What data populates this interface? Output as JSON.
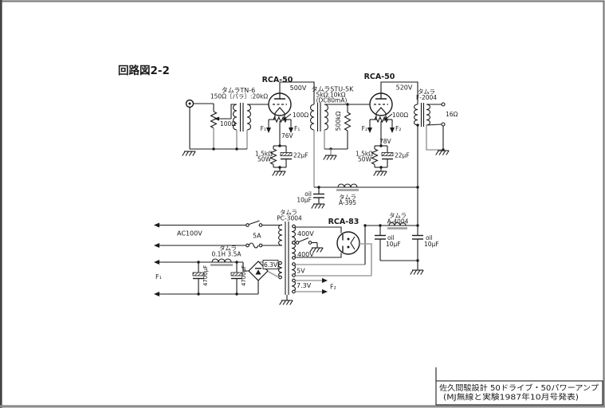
{
  "colors": {
    "line": "#1a1a1a",
    "gray_wire": "#a0a0a0",
    "background": "#ffffff",
    "frame": "#7a7a7a"
  },
  "labels": {
    "title": "回路図2-2",
    "tube1": "RCA-50",
    "tube2": "RCA-50",
    "rectifier": "RCA-83",
    "b1": "500V",
    "b2": "520V",
    "tn6_name": "タムラTN-6",
    "tn6_spec": "150Ω〔パラ〕:20kΩ",
    "input_pot": "100Ω",
    "stu_name": "タムラSTU-5K",
    "stu_spec": "5kΩ:10kΩ",
    "stu_dc": "(DC80mA)",
    "grid_res": "500kΩ",
    "hum1": "100Ω",
    "hum2": "100Ω",
    "f1_left": "F₁",
    "f1_right": "F₁",
    "f2_left": "F₂",
    "f2_right": "F₂",
    "vk1": "76V",
    "vk2": "78V",
    "rk1": "1.5kΩ",
    "rk1_w": "50W",
    "ck1": "22μF",
    "rk2": "1.5kΩ",
    "rk2_w": "50W",
    "ck2": "22μF",
    "opt_name": "タムラ",
    "opt_model": "F-2004",
    "out_z": "16Ω",
    "oil0": "oil",
    "oil0_v": "10μF",
    "oil1": "oil",
    "oil1_v": "10μF",
    "oil2": "oil",
    "oil2_v": "10μF",
    "ch1_name": "タムラ",
    "ch1_model": "A-395",
    "ch2_name": "タムラ",
    "ch2_model": "A-4004",
    "pt_name": "タムラ",
    "pt_model": "PC-3004",
    "ac_in": "AC100V",
    "fuse": "5A",
    "s400_top": "400V",
    "s400_bot": "400V",
    "s63": "6.3V",
    "s5": "5V",
    "s73": "7.3V",
    "f2_ps": "F₂",
    "fch_name": "タムラ",
    "fch_spec": "0.1H 3.5A",
    "c4700_a": "4700μF",
    "c4700_b": "4700μF",
    "f1_ps": "F₁"
  },
  "caption": {
    "line1": "佐久間駿設計 50ドライブ・50パワーアンプ",
    "line2": "(MJ無線と実験1987年10月号発表)"
  }
}
